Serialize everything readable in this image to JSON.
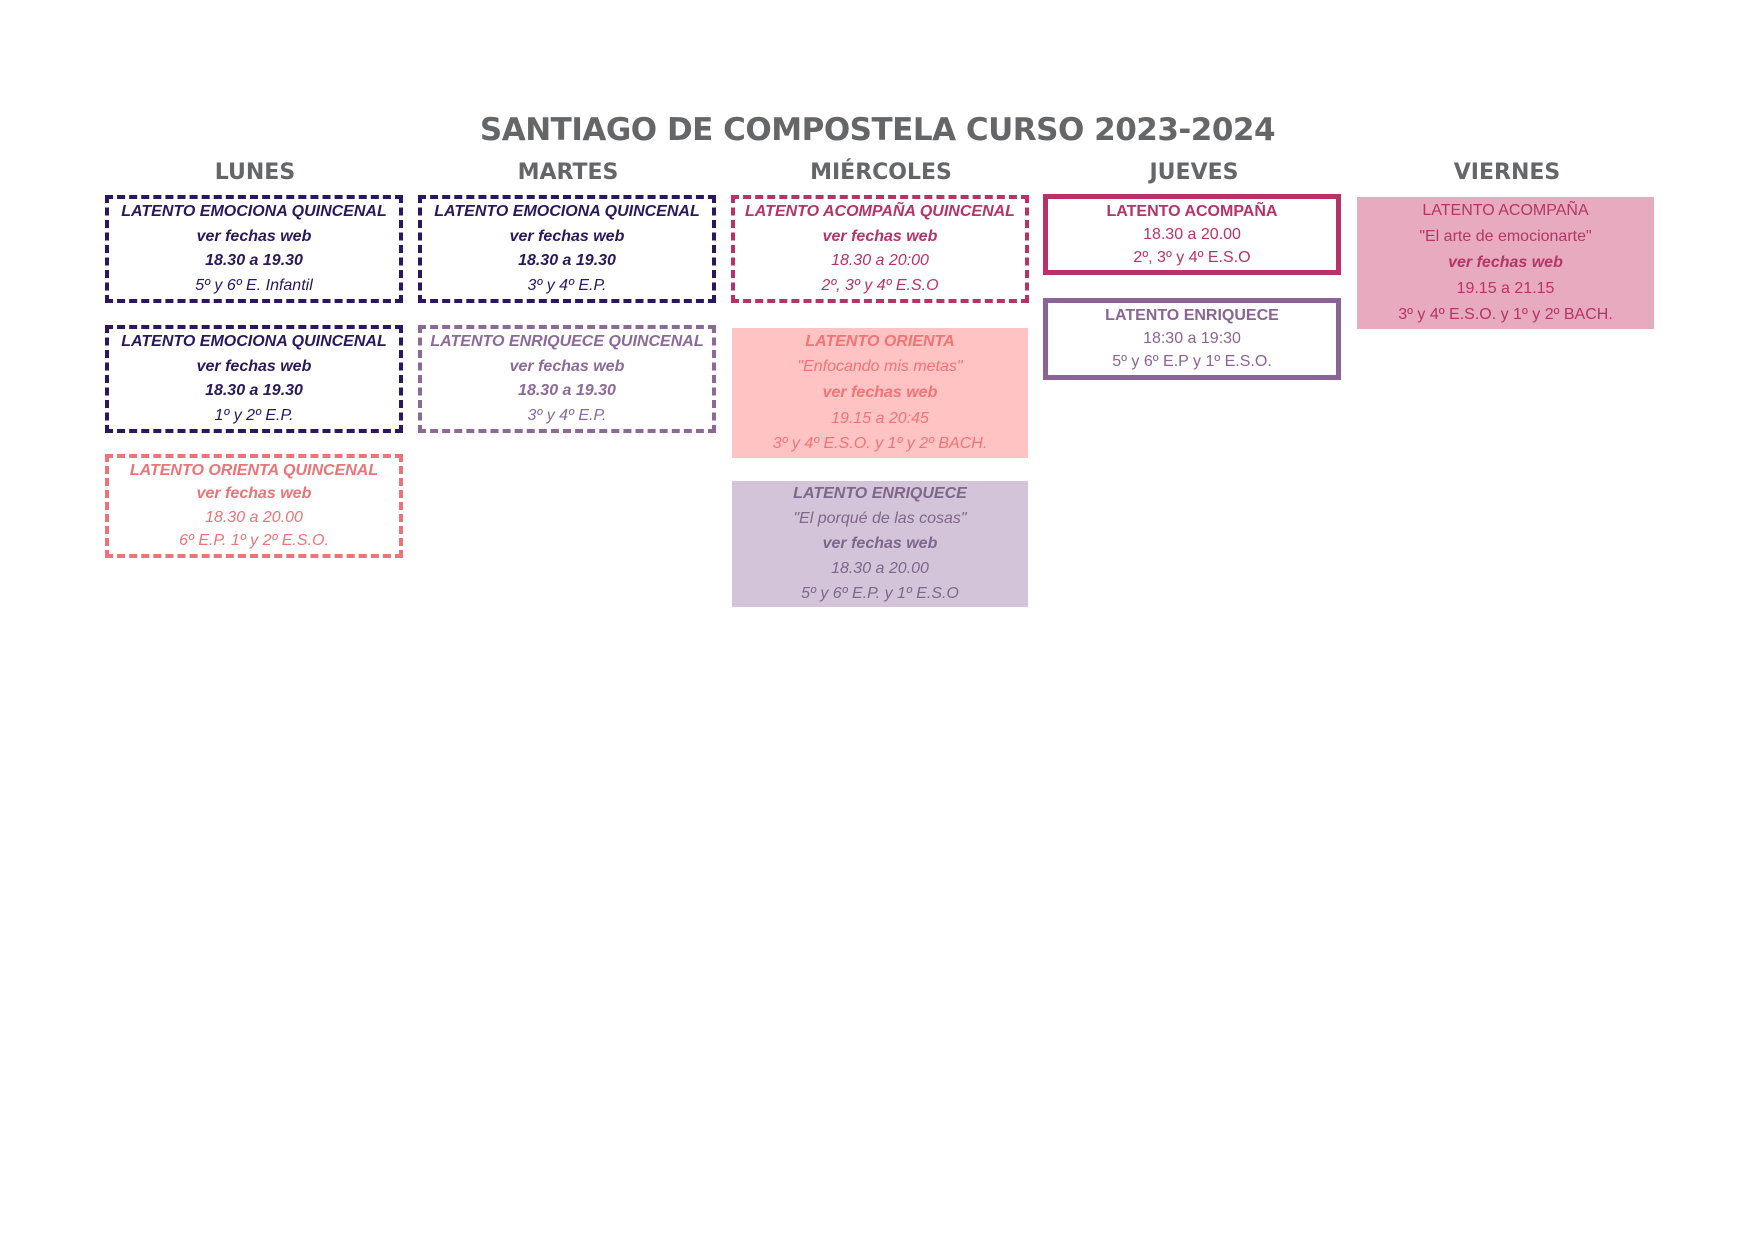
{
  "title": "SANTIAGO DE COMPOSTELA CURSO 2023-2024",
  "days": {
    "lunes": "LUNES",
    "martes": "MARTES",
    "miercoles": "MIÉRCOLES",
    "jueves": "JUEVES",
    "viernes": "VIERNES"
  },
  "lunes": [
    {
      "name": "LATENTO EMOCIONA QUINCENAL",
      "dates": "ver fechas web",
      "time": "18.30 a 19.30",
      "level": "5º y 6º E. Infantil"
    },
    {
      "name": "LATENTO EMOCIONA QUINCENAL",
      "dates": "ver fechas web",
      "time": "18.30 a 19.30",
      "level": "1º y 2º E.P."
    },
    {
      "name": "LATENTO ORIENTA QUINCENAL",
      "dates": "ver fechas web",
      "time": "18.30 a 20.00",
      "level": "6º E.P. 1º y 2º E.S.O."
    }
  ],
  "martes": [
    {
      "name": "LATENTO EMOCIONA QUINCENAL",
      "dates": "ver fechas web",
      "time": "18.30 a 19.30",
      "level": "3º y 4º E.P."
    },
    {
      "name": "LATENTO ENRIQUECE QUINCENAL",
      "dates": "ver fechas web",
      "time": "18.30 a 19.30",
      "level": "3º y 4º E.P."
    }
  ],
  "miercoles": [
    {
      "name": "LATENTO ACOMPAÑA QUINCENAL",
      "dates": "ver fechas web",
      "time": "18.30 a 20:00",
      "level": "2º, 3º y 4º E.S.O"
    },
    {
      "name": "LATENTO ORIENTA",
      "subtitle": "\"Enfocando mis metas\"",
      "dates": "ver fechas web",
      "time": "19.15  a 20:45",
      "level": "3º y 4º E.S.O. y 1º y 2º BACH."
    },
    {
      "name": "LATENTO ENRIQUECE",
      "subtitle": "\"El porqué de las cosas\"",
      "dates": "ver fechas web",
      "time": "18.30 a 20.00",
      "level": "5º y 6º E.P. y 1º  E.S.O"
    }
  ],
  "jueves": [
    {
      "name": "LATENTO ACOMPAÑA",
      "time": "18.30 a 20.00",
      "level": "2º, 3º y 4º E.S.O"
    },
    {
      "name": "LATENTO ENRIQUECE",
      "time": "18:30 a 19:30",
      "level": "5º y 6º E.P y 1º E.S.O."
    }
  ],
  "viernes": [
    {
      "name": "LATENTO ACOMPAÑA",
      "subtitle": "\"El arte de emocionarte\"",
      "dates": "ver fechas web",
      "time": "19.15 a 21.15",
      "level": "3º y 4º E.S.O. y 1º y 2º BACH."
    }
  ],
  "colors": {
    "heading_gray": "#646668",
    "emociona_navy": "#2a175e",
    "enriquece_lilac": "#8c6a98",
    "orienta_coral": "#ec7378",
    "acompana_magenta": "#b8326a",
    "fill_coral": "#ffc3c4",
    "fill_lilac": "#d3c4d9",
    "fill_pink": "#e8aabe"
  }
}
